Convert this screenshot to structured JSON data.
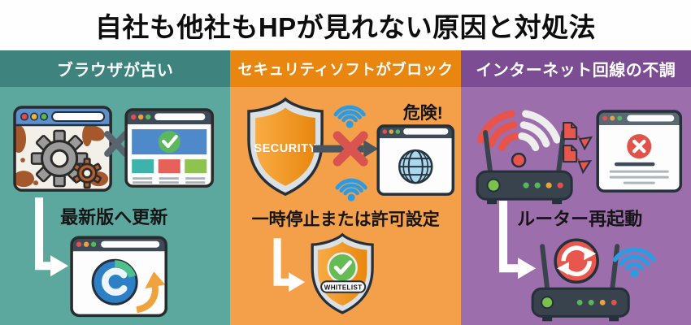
{
  "title": "自社も他社もHPが見れない原因と対処法",
  "columns": [
    {
      "header": "ブラウザが古い",
      "caption": "最新版へ更新",
      "colors": {
        "header_bg": "#3E837D",
        "body_bg": "#5CA79E"
      },
      "icons": [
        "outdated-browser-icon",
        "rusty-gear-icon",
        "cross-icon",
        "updated-browser-icon",
        "check-icon",
        "down-right-arrow-icon",
        "edge-browser-icon",
        "update-arrow-icon"
      ]
    },
    {
      "header": "セキュリティソフトがブロック",
      "shield_label": "SECURITY",
      "danger_label": "危険!",
      "caption": "一時停止または許可設定",
      "whitelist_label": "WHITELIST",
      "colors": {
        "header_bg": "#E8860F",
        "body_bg": "#F4A04A"
      },
      "icons": [
        "security-shield-icon",
        "wifi-icon",
        "blocked-arrow-icon",
        "red-cross-icon",
        "globe-browser-icon",
        "down-right-arrow-icon",
        "whitelist-shield-icon",
        "check-icon"
      ]
    },
    {
      "header": "インターネット回線の不調",
      "caption": "ルーター再起動",
      "colors": {
        "header_bg": "#7C4D92",
        "body_bg": "#9C6FAC"
      },
      "icons": [
        "broken-wifi-icon",
        "router-icon",
        "packet-loss-icon",
        "error-browser-icon",
        "error-cross-icon",
        "down-right-arrow-icon",
        "restart-icon",
        "wifi-icon"
      ]
    }
  ],
  "colors": {
    "page_bg": "#FEFEFE",
    "title_color": "#0D0D0D",
    "alert_red": "#E0534B",
    "wifi_blue": "#2E9BE0",
    "success_green": "#5CB85C",
    "rust_brown": "#A5582C",
    "slate_dark": "#3E4A58"
  }
}
